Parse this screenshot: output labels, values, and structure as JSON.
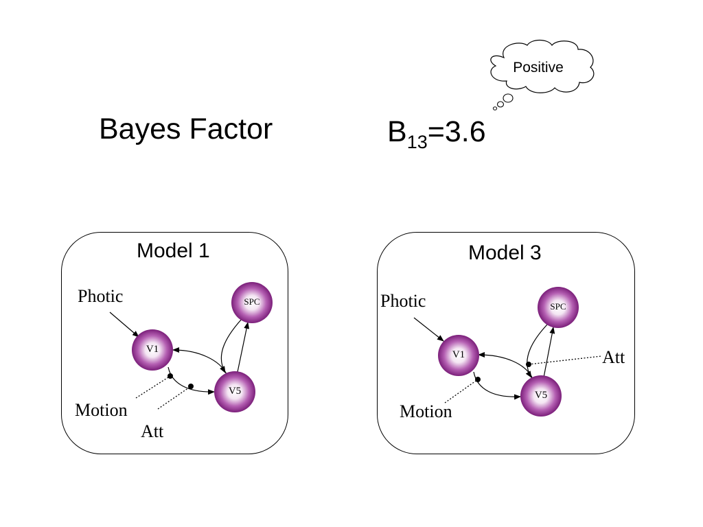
{
  "header": {
    "title": "Bayes Factor",
    "bayes_symbol": "B",
    "bayes_subscript": "13",
    "bayes_value": "=3.6",
    "thought": "Positive"
  },
  "models": [
    {
      "title": "Model 1",
      "nodes": {
        "v1": "V1",
        "v5": "V5",
        "spc": "SPC"
      },
      "inputs": {
        "photic": "Photic",
        "motion": "Motion",
        "att": "Att"
      }
    },
    {
      "title": "Model 3",
      "nodes": {
        "v1": "V1",
        "v5": "V5",
        "spc": "SPC"
      },
      "inputs": {
        "photic": "Photic",
        "motion": "Motion",
        "att": "Att"
      }
    }
  ],
  "colors": {
    "node_edge": "#7b1f7a",
    "node_center": "#ffffff",
    "stroke": "#000000"
  }
}
